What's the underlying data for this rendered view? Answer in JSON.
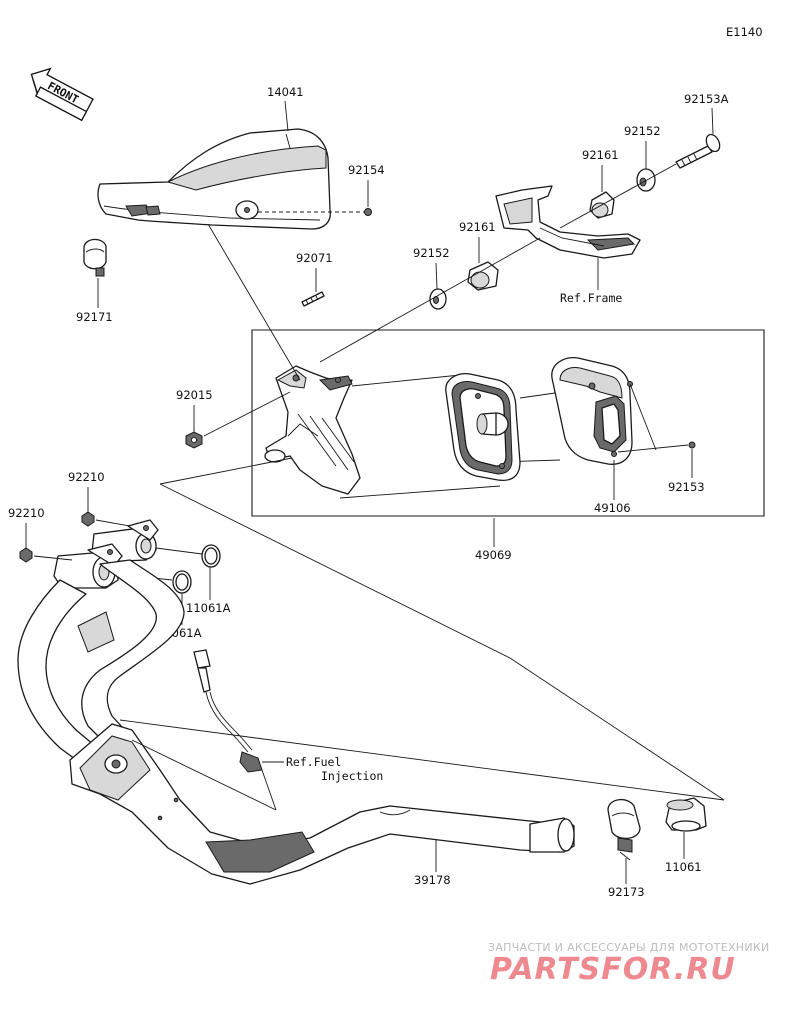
{
  "diagram_code": "E1140",
  "front_label": "FRONT",
  "parts": {
    "p14041": "14041",
    "p92154": "92154",
    "p92171": "92171",
    "p92071": "92071",
    "p92015": "92015",
    "p92152_upper": "92152",
    "p92152_lower": "92152",
    "p92161_upper": "92161",
    "p92161_lower": "92161",
    "p92153A": "92153A",
    "p92153": "92153",
    "p49106": "49106",
    "p49069": "49069",
    "p92210_a": "92210",
    "p92210_b": "92210",
    "p11061A_a": "11061A",
    "p11061A_b": "11061A",
    "p39178": "39178",
    "p92173": "92173",
    "p11061": "11061"
  },
  "refs": {
    "frame": "Ref.Frame",
    "fuel_line1": "Ref.Fuel",
    "fuel_line2": "Injection"
  },
  "watermark": {
    "line1": "ЗАПЧАСТИ И АКСЕССУАРЫ ДЛЯ МОТОТЕХНИКИ",
    "line2": "PARTSFOR.RU"
  }
}
